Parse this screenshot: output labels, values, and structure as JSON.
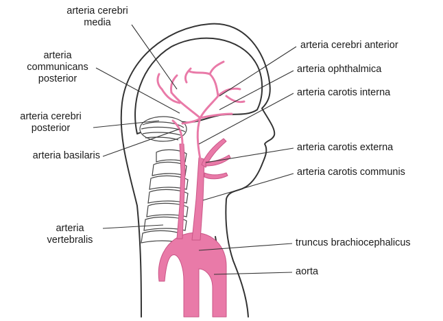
{
  "labels": {
    "cerebri_media": [
      "arteria cerebri",
      "media"
    ],
    "communicans_posterior": [
      "arteria",
      "communicans",
      "posterior"
    ],
    "cerebri_posterior": [
      "arteria cerebri",
      "posterior"
    ],
    "basilaris": "arteria basilaris",
    "vertebralis": [
      "arteria",
      "vertebralis"
    ],
    "cerebri_anterior": "arteria cerebri anterior",
    "ophthalmica": "arteria ophthalmica",
    "carotis_interna": "arteria carotis interna",
    "carotis_externa": "arteria carotis externa",
    "carotis_communis": "arteria carotis communis",
    "truncus": "truncus brachiocephalicus",
    "aorta": "aorta"
  },
  "colors": {
    "artery": "#e97aa8",
    "artery_stroke": "#c95586",
    "outline": "#333333",
    "leader": "#333333"
  }
}
